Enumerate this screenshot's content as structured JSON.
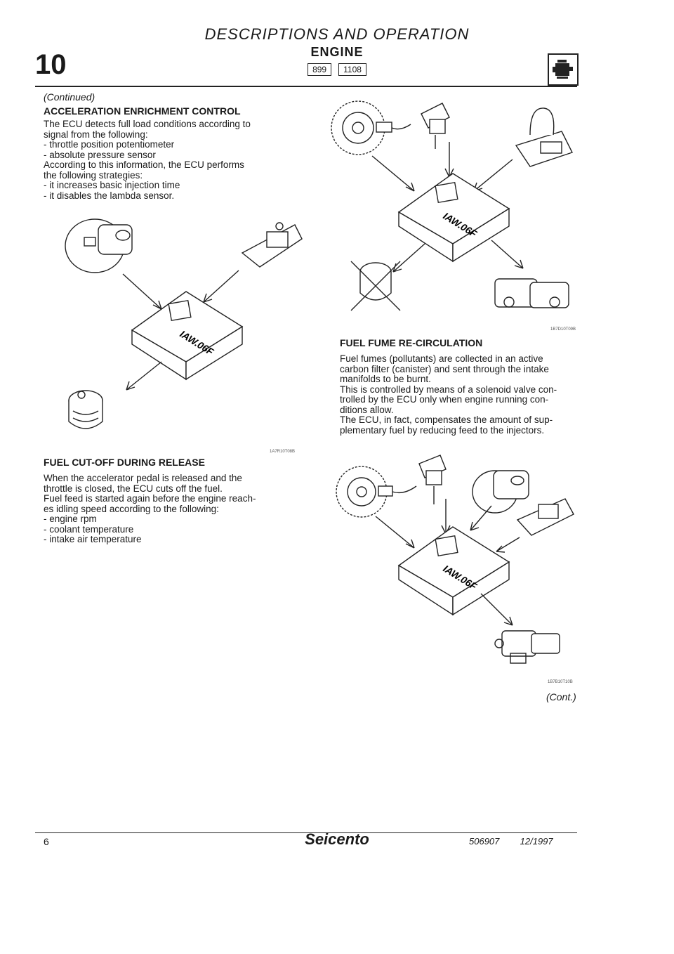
{
  "header": {
    "title": "DESCRIPTIONS AND OPERATION",
    "subtitle": "ENGINE",
    "section_number": "10",
    "badges": [
      "899",
      "1108"
    ]
  },
  "continued": "(Continued)",
  "sections": {
    "acceleration": {
      "heading": "ACCELERATION ENRICHMENT CONTROL",
      "lines": [
        "The ECU detects full load conditions according to",
        "signal from the following:",
        "- throttle position potentiometer",
        "- absolute pressure sensor",
        "According to this information, the ECU performs",
        "the following strategies:",
        "- it increases basic injection time",
        "- it disables the lambda sensor."
      ],
      "figure_code": "1A7R10T08B"
    },
    "fuel_cutoff": {
      "heading": "FUEL CUT-OFF DURING RELEASE",
      "lines": [
        "When the accelerator pedal is released and the",
        "throttle is closed, the ECU cuts off the fuel.",
        "Fuel feed is started again before the engine reach-",
        "es idling speed according to the following:",
        "- engine rpm",
        "- coolant temperature",
        "- intake air temperature"
      ]
    },
    "fuel_fume": {
      "heading": "FUEL FUME RE-CIRCULATION",
      "lines": [
        "Fuel fumes (pollutants) are collected in an active",
        "carbon filter (canister) and sent through the intake",
        "manifolds to be burnt.",
        "This is controlled by means of a solenoid valve con-",
        "trolled by the ECU only when engine running con-",
        "ditions allow.",
        "The ECU, in fact, compensates the amount of sup-",
        "plementary fuel by reducing feed to the injectors."
      ],
      "figure_code_top": "1B7D10T09B",
      "figure_code_bottom": "1B7B10T10B"
    }
  },
  "ecu_label": "IAW.06F",
  "cont": "(Cont.)",
  "footer": {
    "page_number": "6",
    "brand": "Seicento",
    "doc_number": "506907",
    "date": "12/1997"
  }
}
